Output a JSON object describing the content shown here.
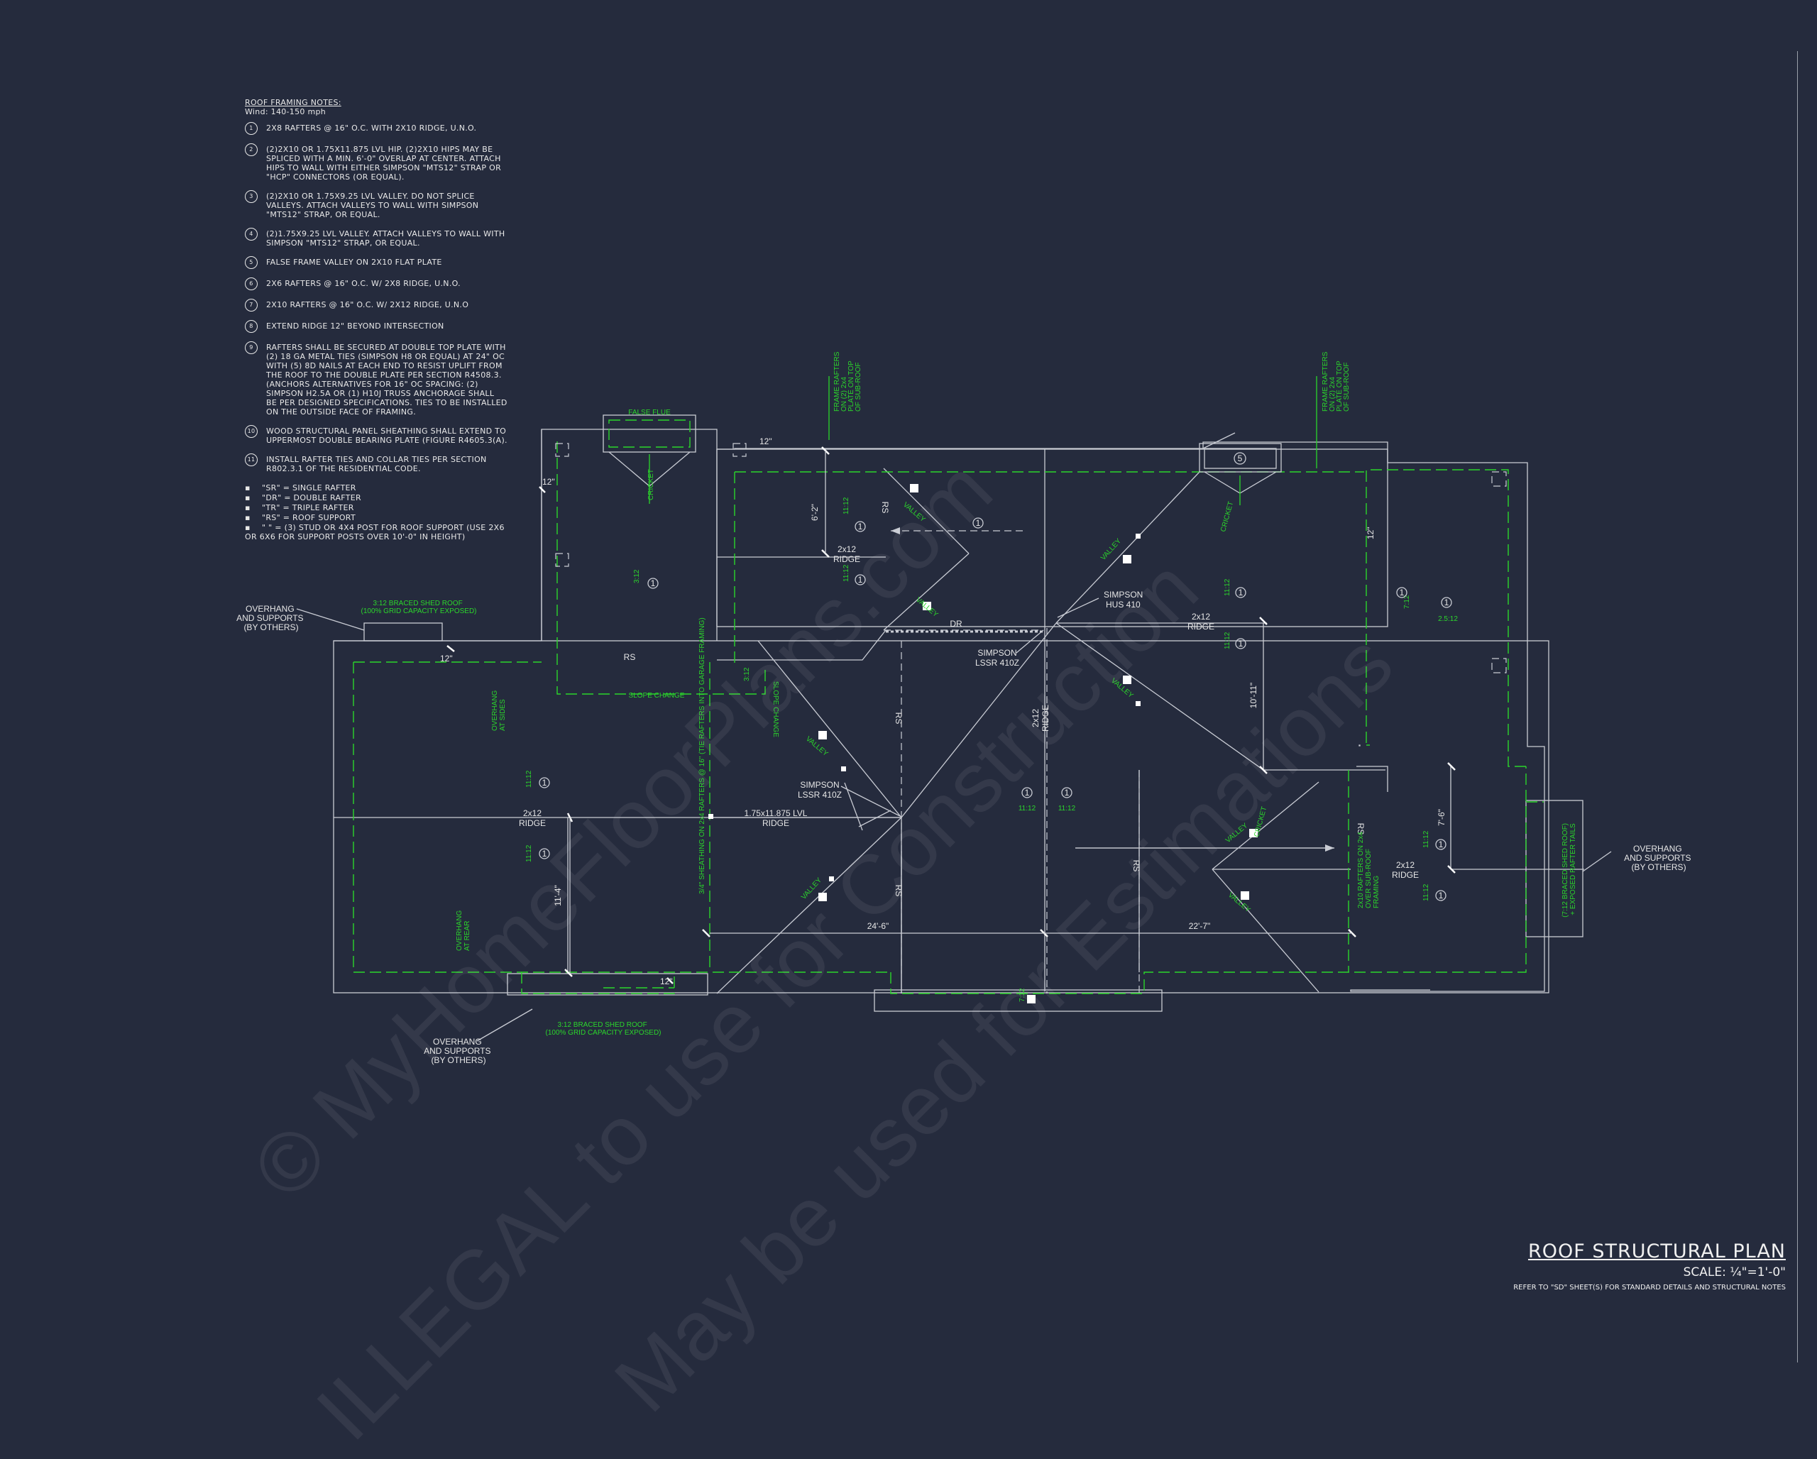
{
  "notes": {
    "title": "ROOF FRAMING NOTES:",
    "wind": "Wind: 140-150 mph",
    "items": [
      {
        "num": "1",
        "text": "2x8 RAFTERS @ 16\" O.C. WITH 2X10 RIDGE, U.N.O."
      },
      {
        "num": "2",
        "text": "(2)2x10 OR 1.75x11.875 LVL HIP. (2)2x10 HIPS MAY BE SPLICED WITH A MIN. 6'-0\" OVERLAP AT CENTER. ATTACH HIPS TO WALL WITH EITHER SIMPSON \"MTS12\" STRAP OR \"HCP\" CONNECTORS (OR EQUAL)."
      },
      {
        "num": "3",
        "text": "(2)2x10 OR 1.75x9.25 LVL VALLEY. DO NOT SPLICE VALLEYS. ATTACH VALLEYS TO WALL WITH SIMPSON \"MTS12\" STRAP, OR EQUAL."
      },
      {
        "num": "4",
        "text": "(2)1.75x9.25 LVL VALLEY. ATTACH VALLEYS TO WALL WITH SIMPSON \"MTS12\" STRAP, OR EQUAL."
      },
      {
        "num": "5",
        "text": "FALSE FRAME VALLEY ON 2x10 FLAT PLATE"
      },
      {
        "num": "6",
        "text": "2x6 RAFTERS @ 16\" O.C. W/ 2x8 RIDGE, U.N.O."
      },
      {
        "num": "7",
        "text": "2x10 RAFTERS @ 16\" O.C. W/ 2x12 RIDGE, U.N.O"
      },
      {
        "num": "8",
        "text": "EXTEND RIDGE 12\" BEYOND INTERSECTION"
      },
      {
        "num": "9",
        "text": "RAFTERS SHALL BE SECURED AT DOUBLE TOP PLATE WITH (2) 18 GA METAL TIES (SIMPSON H8 OR EQUAL) AT 24\" OC WITH (5) 8d NAILS AT EACH END TO RESIST UPLIFT FROM THE ROOF TO THE DOUBLE PLATE PER SECTION R4508.3. (ANCHORS ALTERNATIVES FOR 16\" OC SPACING: (2) SIMPSON H2.5A OR (1) H10J TRUSS ANCHORAGE SHALL BE PER DESIGNED SPECIFICATIONS. TIES TO BE INSTALLED ON THE OUTSIDE FACE OF FRAMING."
      },
      {
        "num": "10",
        "text": "WOOD STRUCTURAL PANEL SHEATHING SHALL EXTEND TO UPPERMOST DOUBLE BEARING PLATE (FIGURE R4605.3(A)."
      },
      {
        "num": "11",
        "text": "INSTALL RAFTER TIES AND COLLAR TIES PER SECTION R802.3.1 OF THE RESIDENTIAL CODE."
      }
    ],
    "legend": [
      "\"SR\" = SINGLE RAFTER",
      "\"DR\" = DOUBLE RAFTER",
      "\"TR\" = TRIPLE RAFTER",
      "\"RS\" = ROOF SUPPORT",
      "\" \" = (3) STUD OR 4x4 POST FOR ROOF SUPPORT (USE 2X6 OR 6X6 FOR SUPPORT POSTS OVER 10'-0\" IN HEIGHT)"
    ]
  },
  "plan": {
    "labels": {
      "false_flue": "FALSE FLUE",
      "slope_change": "SLOPE CHANGE",
      "slope_change_2": "SLOPE CHANGE",
      "rs": "RS",
      "dr": "DR",
      "ridge_2x12_a": "2x12",
      "ridge_word_a": "RIDGE",
      "ridge_2x12_b": "2x12",
      "ridge_word_b": "RIDGE",
      "ridge_2x12_c": "2x12",
      "ridge_word_c": "RIDGE",
      "ridge_2x12_d": "2x12",
      "ridge_word_d": "RIDGE",
      "ridge_2x12_e": "2x12",
      "ridge_word_e": "RIDGE",
      "lvl_ridge": "1.75x11.875 LVL",
      "lvl_ridge_word": "RIDGE",
      "valley": "VALLEY",
      "cricket": "CRICKET",
      "simpson_hus": "SIMPSON",
      "simpson_hus_model": "HUS 410",
      "simpson_lssr_a": "SIMPSON",
      "simpson_lssr_a_model": "LSSR 410Z",
      "simpson_lssr_b": "SIMPSON",
      "simpson_lssr_b_model": "LSSR 410Z",
      "dim_24_6": "24'-6\"",
      "dim_22_7": "22'-7\"",
      "dim_11_4": "11'-4\"",
      "dim_10_11": "10'-11\"",
      "dim_6_2": "6'-2\"",
      "dim_7_6": "7'-6\"",
      "dim_12_a": "12\"",
      "dim_12_b": "12\"",
      "dim_12_c": "12\"",
      "dim_12_d": "12\"",
      "dim_12_e": "12\"",
      "pitch_11_12": "11:12",
      "pitch_3_12": "3:12",
      "pitch_7_12": "7:12",
      "pitch_2_5_12": "2.5:12",
      "overhang_tl": [
        "OVERHANG",
        "AND SUPPORTS",
        "(BY OTHERS)"
      ],
      "overhang_bl": [
        "OVERHANG",
        "AND SUPPORTS",
        "(BY OTHERS)"
      ],
      "overhang_r": [
        "OVERHANG",
        "AND SUPPORTS",
        "(BY OTHERS)"
      ],
      "braced_top": [
        "3:12 BRACED SHED ROOF",
        "(100% GRID CAPACITY EXPOSED)"
      ],
      "braced_bottom": [
        "3:12 BRACED SHED ROOF",
        "(100% GRID CAPACITY EXPOSED)"
      ],
      "braced_right": [
        "(7:12 BRACED SHED ROOF)",
        "+ EXPOSED RAFTER TAILS"
      ],
      "frame_rafters_a": [
        "FRAME RAFTERS",
        "ON (2) 2x4",
        "PLATE ON TOP",
        "OF SUB-ROOF"
      ],
      "frame_rafters_b": [
        "FRAME RAFTERS",
        "ON (2) 2x4",
        "PLATE ON TOP",
        "OF SUB-ROOF"
      ],
      "overhang_at_side_a": [
        "OVERHANG",
        "AT SIDES"
      ],
      "overhang_at_side_b": [
        "OVERHANG",
        "AT REAR"
      ],
      "lvl_frame": "3/4\" SHEATHING ON 2x4 RAFTERS @ 16\" (TIE RAFTERS INTO GARAGE FRAMING)",
      "rafter_tail_note": [
        "2x10 RAFTERS ON 2x4",
        "OVER SUB-ROOF",
        "FRAMING"
      ],
      "callout_1": "1",
      "callout_5": "5"
    }
  },
  "title_block": {
    "title": "ROOF STRUCTURAL PLAN",
    "scale": "SCALE: ¼\"=1'-0\"",
    "ref": "REFER TO \"SD\" SHEET(S) FOR STANDARD DETAILS AND STRUCTURAL NOTES"
  },
  "watermark": {
    "line1": "© MyHomeFloorPlans.com",
    "line2": "ILLEGAL to use for Construction",
    "line3": "May be used for Estimations"
  },
  "colors": {
    "background": "#252b3d",
    "linework": "#c9ccd4",
    "green": "#2bd62b"
  }
}
